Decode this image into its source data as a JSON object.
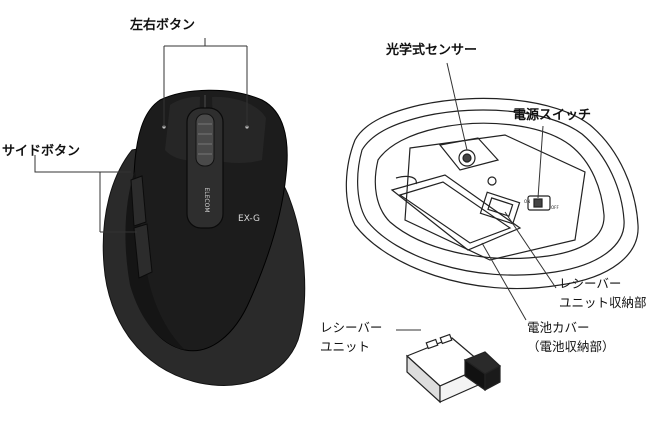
{
  "labels": {
    "left_right_buttons": "左右ボタン",
    "side_buttons": "サイドボタン",
    "optical_sensor": "光学式センサー",
    "power_switch": "電源スイッチ",
    "receiver_bay_line1": "レシーバー",
    "receiver_bay_line2": "ユニット収納部",
    "battery_cover_line1": "電池カバー",
    "battery_cover_line2": "（電池収納部）",
    "receiver_unit_line1": "レシーバー",
    "receiver_unit_line2": "ユニット"
  },
  "mouse_brand": "ELECOM",
  "mouse_model": "EX-G",
  "switch_labels": {
    "on": "ON",
    "off": "OFF"
  },
  "colors": {
    "mouse_body": "#1c1c1c",
    "outline": "#222222",
    "callout": "#333333"
  }
}
